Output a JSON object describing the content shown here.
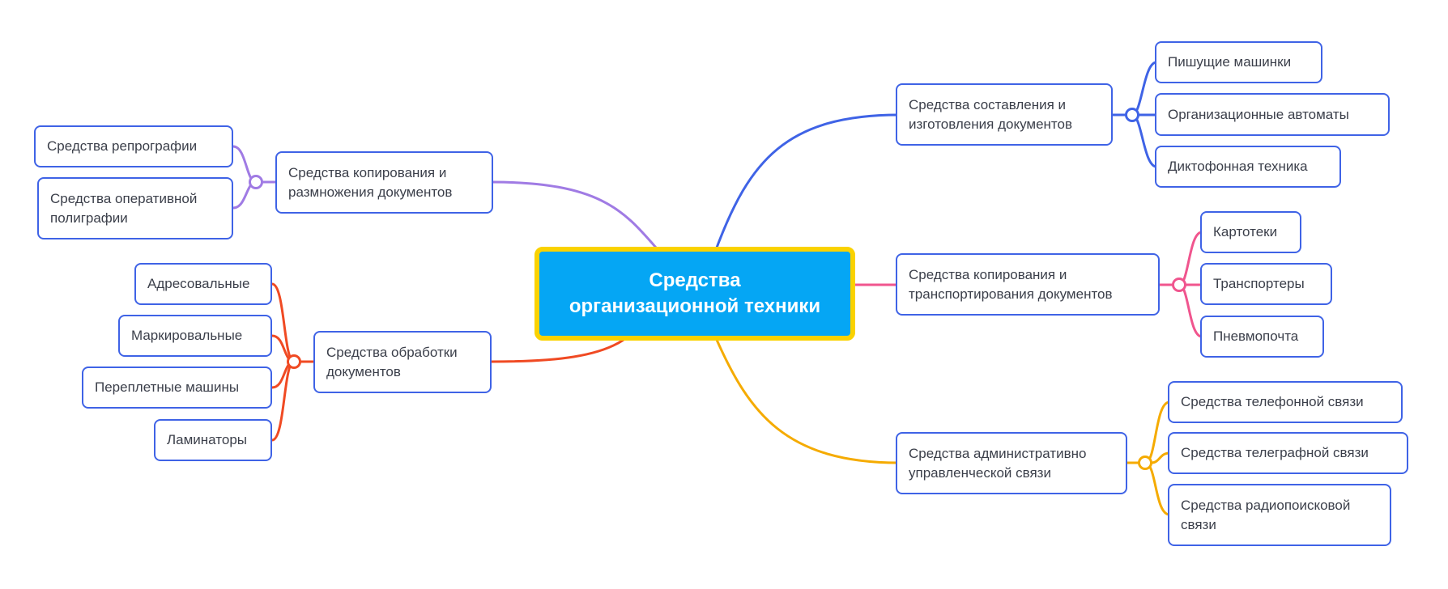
{
  "central_topic": "Средства\nорганизационной техники",
  "colors": {
    "node_border": "#3f63e6",
    "central_fill": "#05a6f4",
    "central_border": "#fad200",
    "branch_blue": "#3f63e6",
    "branch_pink": "#f0558e",
    "branch_yellow": "#f5ab00",
    "branch_purple": "#a07be4",
    "branch_red": "#f04a23"
  },
  "branches": [
    {
      "label": "Средства составления и\nизготовления документов",
      "color": "branch_blue",
      "children": [
        "Пишущие машинки",
        "Организационные автоматы",
        "Диктофонная техника"
      ]
    },
    {
      "label": "Средства копирования и\nтранспортирования документов",
      "color": "branch_pink",
      "children": [
        "Картотеки",
        "Транспортеры",
        "Пневмопочта"
      ]
    },
    {
      "label": "Средства административно\nуправленческой связи",
      "color": "branch_yellow",
      "children": [
        "Средства телефонной связи",
        "Средства телеграфной связи",
        "Средства радиопоисковой\nсвязи"
      ]
    },
    {
      "label": "Средства копирования и\nразмножения документов",
      "color": "branch_purple",
      "children": [
        "Средства репрографии",
        "Средства оперативной\nполиграфии"
      ]
    },
    {
      "label": "Средства обработки\nдокументов",
      "color": "branch_red",
      "children": [
        "Адресовальные",
        "Маркировальные",
        "Переплетные машины",
        "Ламинаторы"
      ]
    }
  ]
}
